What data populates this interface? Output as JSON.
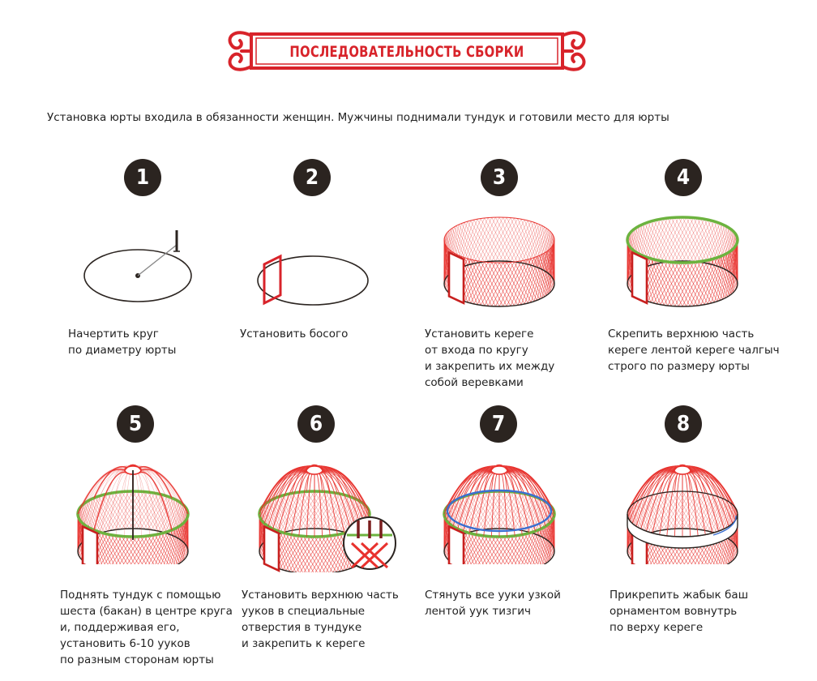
{
  "title": "ПОСЛЕДОВАТЕЛЬНОСТЬ СБОРКИ",
  "intro": "Установка юрты входила в обязанности женщин. Мужчины поднимали тундук и готовили место для юрты",
  "colors": {
    "accent": "#d8232a",
    "lattice": "#e8322e",
    "green": "#6cb33f",
    "blue": "#3a6fd0",
    "dark": "#2b2420"
  },
  "steps": [
    {
      "number": "1",
      "caption": "Начертить круг\nпо диаметру юрты"
    },
    {
      "number": "2",
      "caption": "Установить босого"
    },
    {
      "number": "3",
      "caption": "Установить кереге\nот входа по кругу\nи закрепить их между\nсобой веревками"
    },
    {
      "number": "4",
      "caption": "Скрепить верхнюю часть\nкереге лентой кереге чалгыч\nстрого по размеру юрты"
    },
    {
      "number": "5",
      "caption": "Поднять тундук с помощью\nшеста (бакан) в центре круга\nи, поддерживая его,\nустановить 6-10 ууков\nпо разным сторонам юрты"
    },
    {
      "number": "6",
      "caption": "Установить верхнюю часть\nууков в специальные\nотверстия в тундуке\nи закрепить к кереге"
    },
    {
      "number": "7",
      "caption": "Стянуть все ууки узкой\nлентой уук тизгич"
    },
    {
      "number": "8",
      "caption": "Прикрепить жабык баш\nорнаментом вовнутрь\nпо верху кереге"
    }
  ]
}
